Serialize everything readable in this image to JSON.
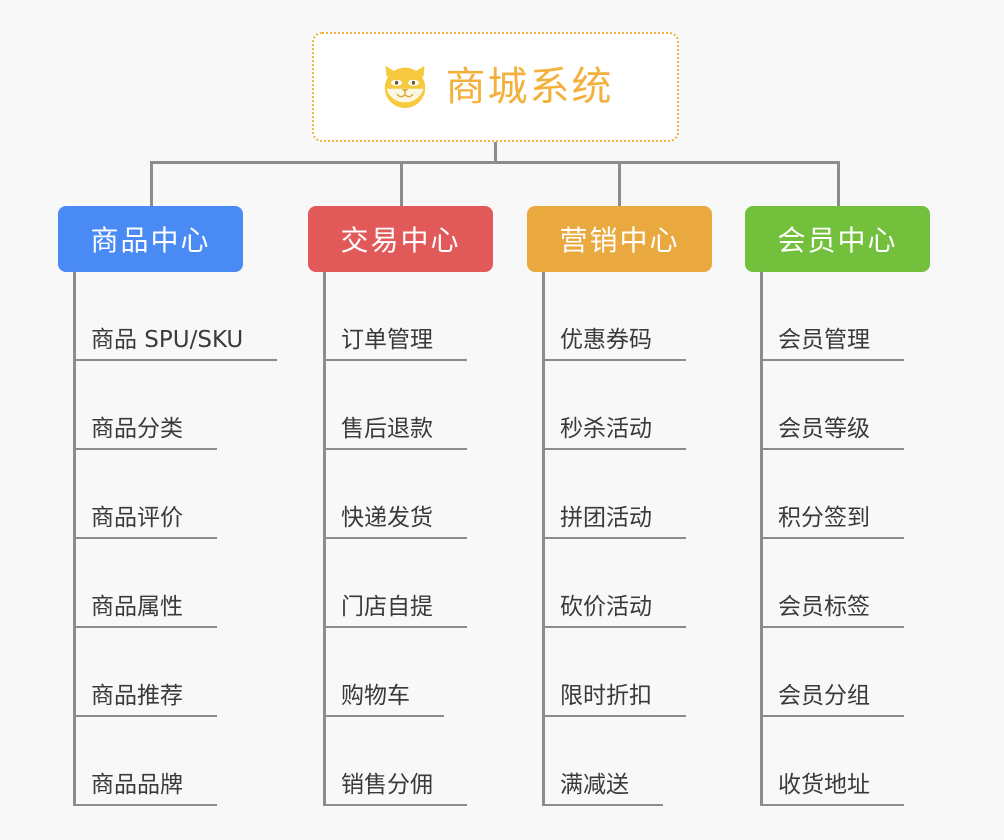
{
  "root": {
    "title": "商城系统",
    "icon": "shiba-dog-icon",
    "border_color": "#f2b03c",
    "text_color": "#f2b03c",
    "background": "#ffffff"
  },
  "canvas": {
    "background": "#f8f8f8",
    "connector_color": "#8c8c8c"
  },
  "branches": [
    {
      "label": "商品中心",
      "color": "#4a8af4",
      "items": [
        "商品 SPU/SKU",
        "商品分类",
        "商品评价",
        "商品属性",
        "商品推荐",
        "商品品牌"
      ]
    },
    {
      "label": "交易中心",
      "color": "#e2595a",
      "items": [
        "订单管理",
        "售后退款",
        "快递发货",
        "门店自提",
        "购物车",
        "销售分佣"
      ]
    },
    {
      "label": "营销中心",
      "color": "#eaa93f",
      "items": [
        "优惠券码",
        "秒杀活动",
        "拼团活动",
        "砍价活动",
        "限时折扣",
        "满减送"
      ]
    },
    {
      "label": "会员中心",
      "color": "#72c03c",
      "items": [
        "会员管理",
        "会员等级",
        "积分签到",
        "会员标签",
        "会员分组",
        "收货地址"
      ]
    }
  ]
}
